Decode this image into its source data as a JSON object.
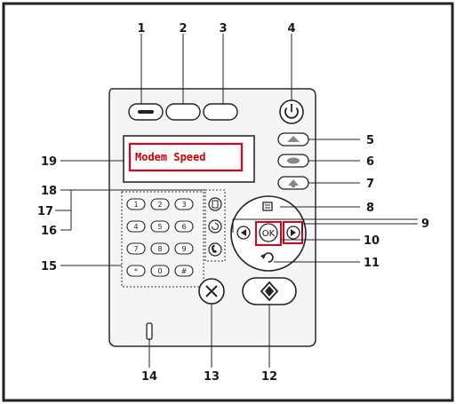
{
  "display": {
    "text": "Modem Speed"
  },
  "ok_button": {
    "label": "OK"
  },
  "keypad": {
    "keys": [
      "1",
      "2",
      "3",
      "4",
      "5",
      "6",
      "7",
      "8",
      "9",
      "*",
      "0",
      "#"
    ]
  },
  "callouts": [
    "1",
    "2",
    "3",
    "4",
    "5",
    "6",
    "7",
    "8",
    "9",
    "10",
    "11",
    "12",
    "13",
    "14",
    "15",
    "16",
    "17",
    "18",
    "19"
  ],
  "colors": {
    "highlight": "#e0001b",
    "panel": "#f5f5f5",
    "outline": "#2a2a2a"
  },
  "icons": {
    "power": "power-icon",
    "start": "diamond-start-icon",
    "stop": "x-stop-icon",
    "back": "back-arrow-icon",
    "menu": "menu-icon",
    "left": "left-arrow-icon",
    "right": "right-arrow-icon",
    "redial": "redial-icon",
    "on_hook": "phone-handset-icon",
    "address_book": "address-book-icon"
  }
}
